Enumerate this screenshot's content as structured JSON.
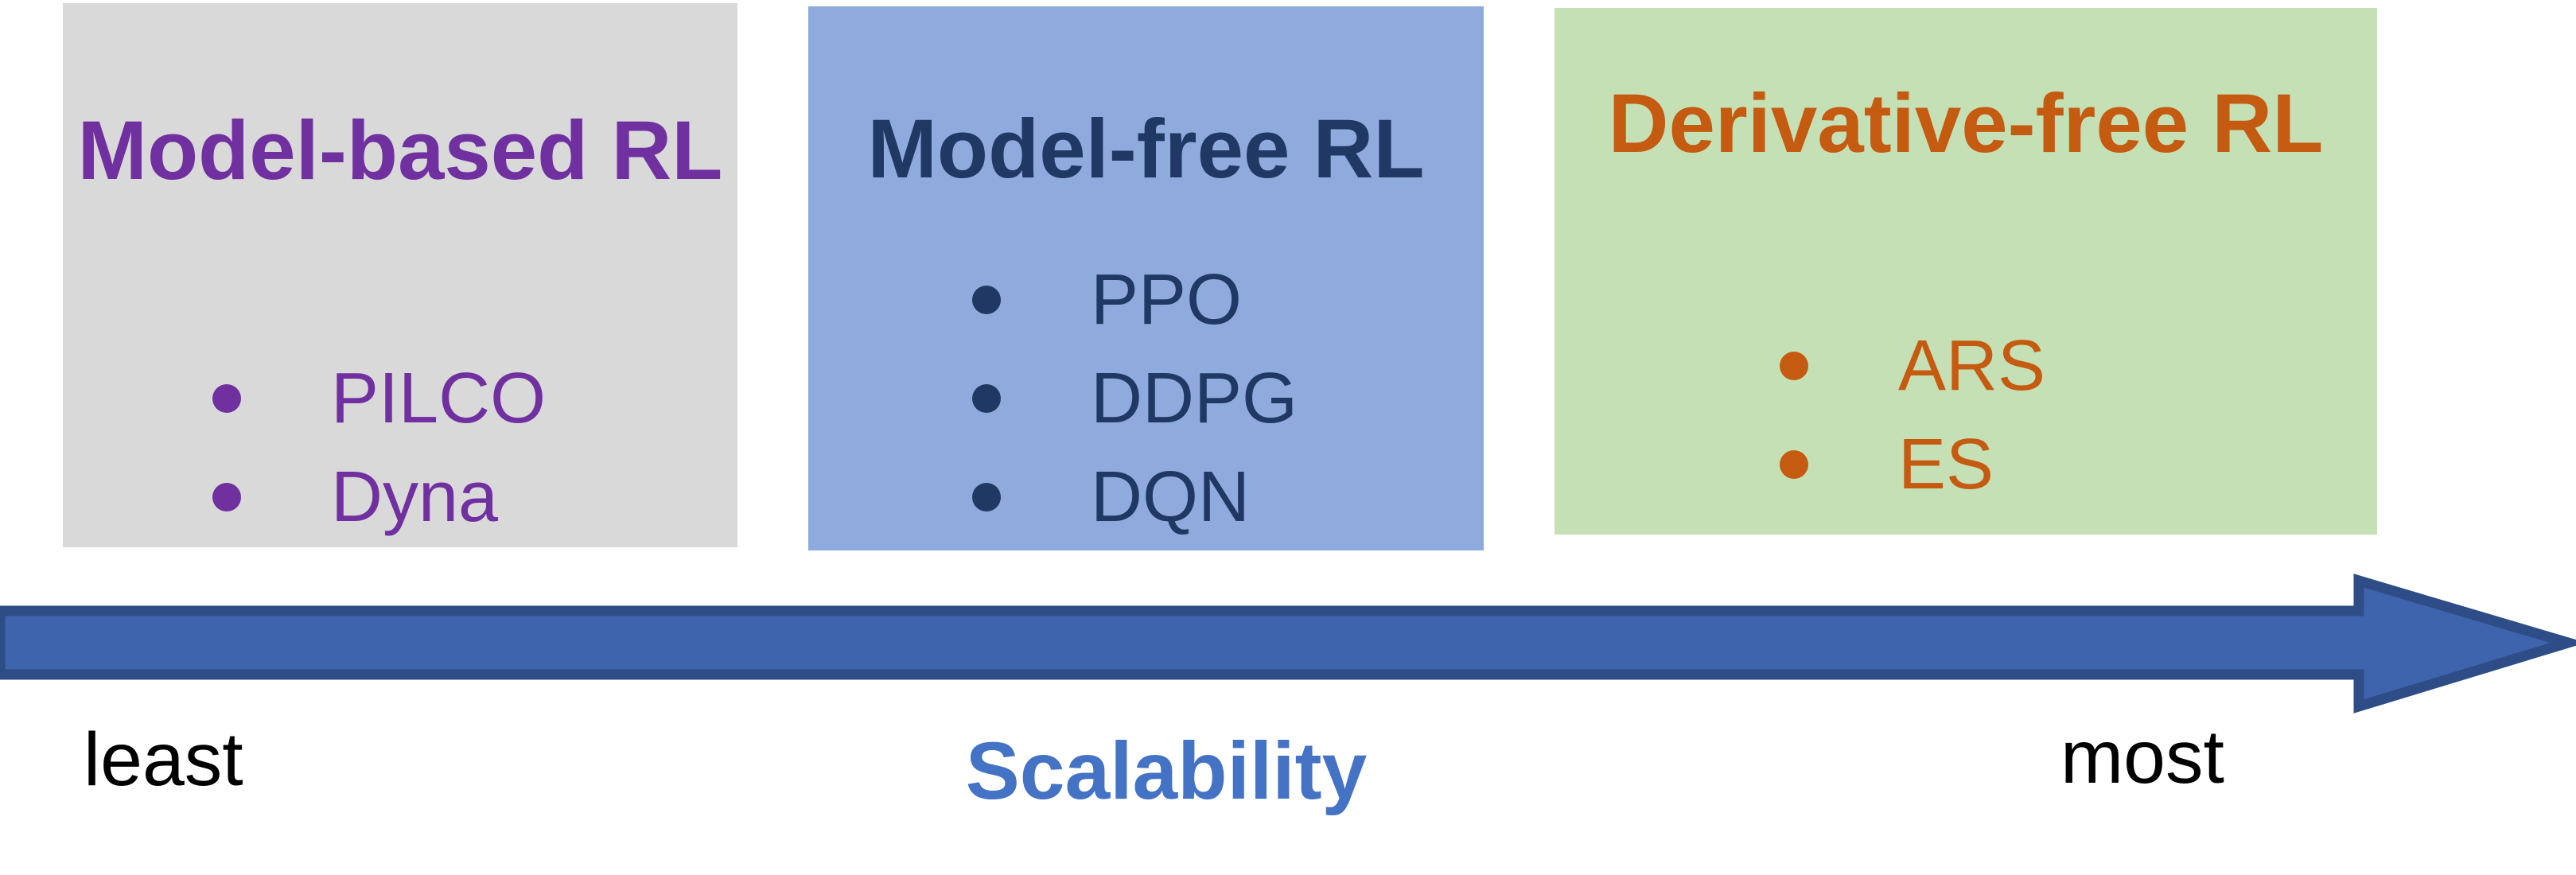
{
  "boxes": [
    {
      "id": "model-based-rl",
      "title": "Model-based RL",
      "items": [
        "PILCO",
        "Dyna"
      ],
      "bg_color": "#d9d9d9",
      "text_color": "#7030a0"
    },
    {
      "id": "model-free-rl",
      "title": "Model-free RL",
      "items": [
        "PPO",
        "DDPG",
        "DQN"
      ],
      "bg_color": "#8faadc",
      "text_color": "#1f3864"
    },
    {
      "id": "derivative-free-rl",
      "title": "Derivative-free RL",
      "items": [
        "ARS",
        "ES"
      ],
      "bg_color": "#c5e0b4",
      "text_color": "#c55a11"
    }
  ],
  "axis": {
    "left_label": "least",
    "center_label": "Scalability",
    "right_label": "most",
    "center_label_color": "#4472c4",
    "arrow_fill": "#3e64ae",
    "arrow_border": "#2e4c85"
  }
}
